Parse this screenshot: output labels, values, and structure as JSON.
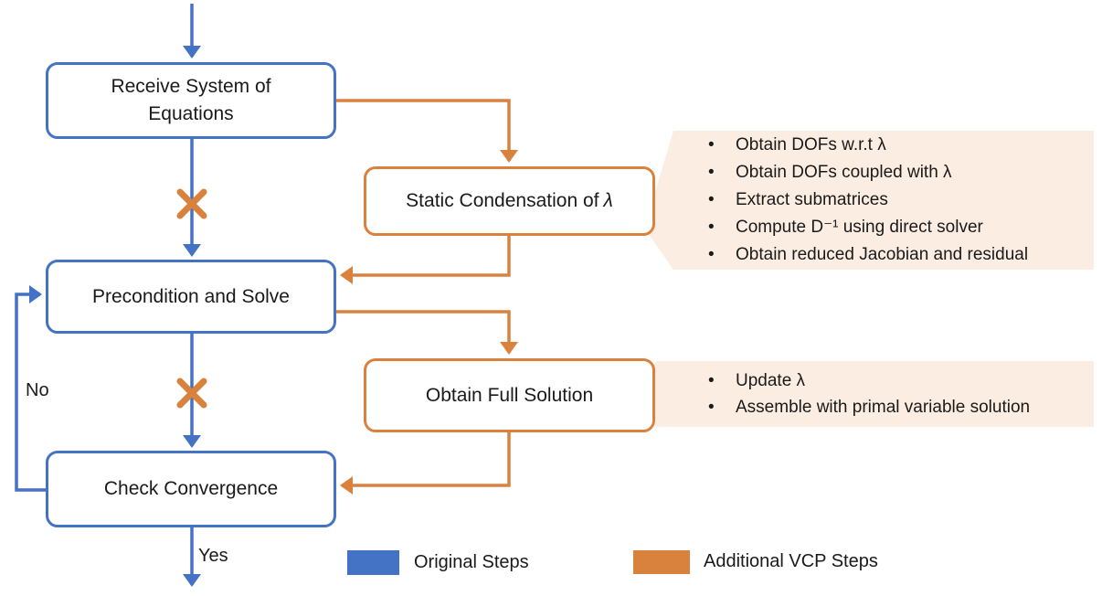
{
  "colors": {
    "original_steps_blue": "#4472C4",
    "vcp_steps_orange": "#D9823E",
    "annotation_background": "#FBEDE2",
    "text": "#1a1a1a"
  },
  "nodes": {
    "receive": {
      "label": "Receive System of\nEquations"
    },
    "static_condensation": {
      "label": "Static Condensation of",
      "symbol": "λ"
    },
    "precondition": {
      "label": "Precondition and Solve"
    },
    "obtain_full": {
      "label": "Obtain Full Solution"
    },
    "check_convergence": {
      "label": "Check Convergence"
    }
  },
  "edge_labels": {
    "no": "No",
    "yes": "Yes"
  },
  "annotations": [
    {
      "attached_to": "static_condensation",
      "items": [
        "Obtain DOFs w.r.t λ",
        "Obtain DOFs coupled with λ",
        "Extract submatrices",
        "Compute D⁻¹ using direct solver",
        "Obtain reduced Jacobian and residual"
      ]
    },
    {
      "attached_to": "obtain_full",
      "items": [
        "Update λ",
        "Assemble with primal variable solution"
      ]
    }
  ],
  "legend": [
    {
      "label": "Original Steps",
      "color": "#4472C4"
    },
    {
      "label": "Additional VCP Steps",
      "color": "#D9823E"
    }
  ]
}
